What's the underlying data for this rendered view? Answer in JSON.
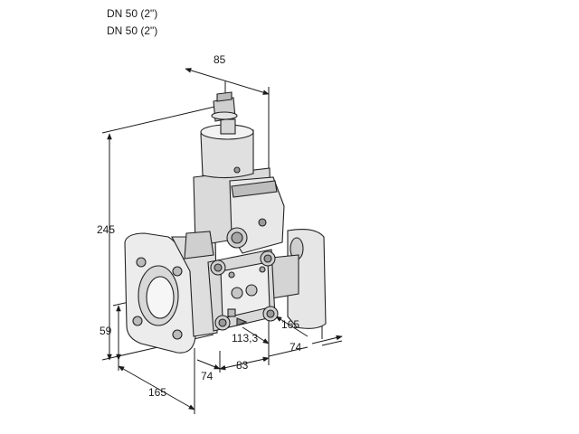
{
  "header": {
    "line1": "DN 50 (2\")",
    "line2": "DN 50 (2\")"
  },
  "dimensions": {
    "top_depth": "85",
    "height": "245",
    "axis_height": "59",
    "flange_right": "165",
    "center_offset": "113,3",
    "half_length_right": "74",
    "half_length_left": "74",
    "body_width": "83",
    "flange_left": "165"
  }
}
